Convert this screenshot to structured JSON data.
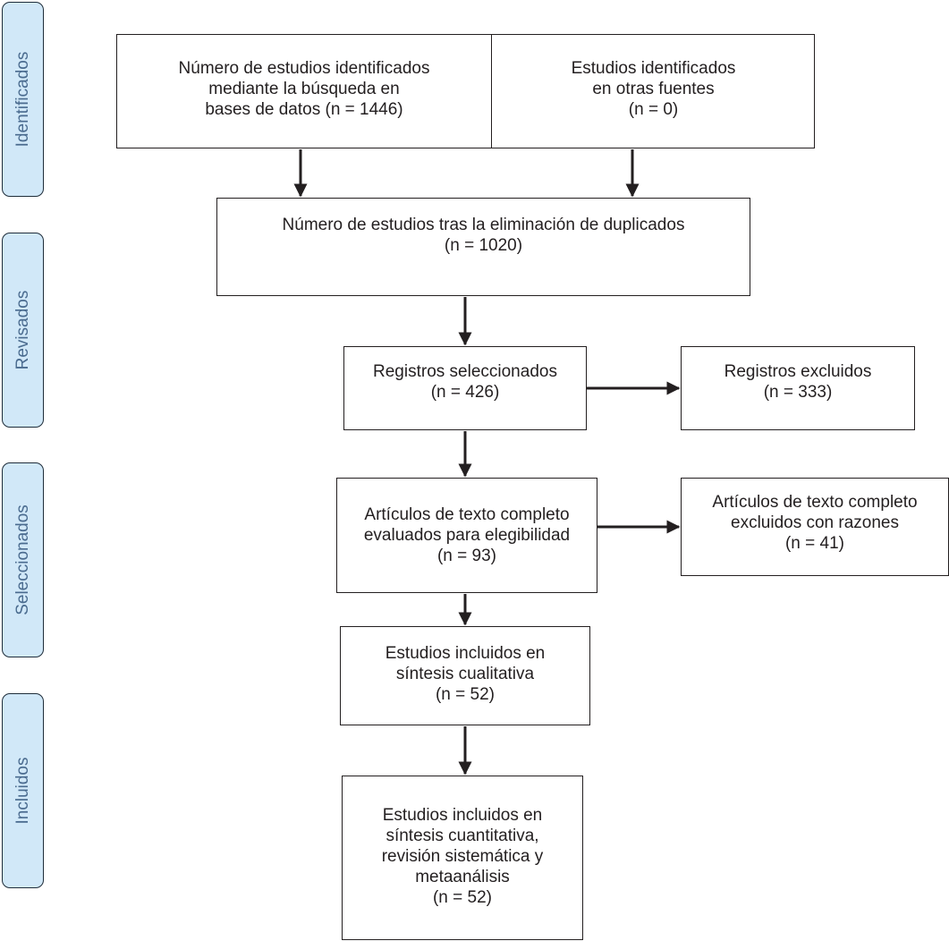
{
  "phases": {
    "identified": "Identificados",
    "reviewed": "Revisados",
    "selected": "Seleccionados",
    "included": "Incluidos"
  },
  "boxes": {
    "database_search": [
      "Número de estudios identificados",
      "mediante la búsqueda en",
      "bases de datos (n = 1446)"
    ],
    "other_sources": [
      "Estudios identificados",
      "en otras fuentes",
      "(n = 0)"
    ],
    "after_duplicates": [
      "Número de estudios tras la eliminación de duplicados",
      "(n = 1020)"
    ],
    "records_screened": [
      "Registros seleccionados",
      "(n = 426)"
    ],
    "records_excluded": [
      "Registros excluidos",
      "(n = 333)"
    ],
    "full_text_assessed": [
      "Artículos de texto completo",
      "evaluados para elegibilidad",
      "(n = 93)"
    ],
    "full_text_excluded": [
      "Artículos de texto completo",
      "excluidos con razones",
      "(n = 41)"
    ],
    "qualitative": [
      "Estudios incluidos en",
      "síntesis cualitativa",
      "(n = 52)"
    ],
    "quantitative": [
      "Estudios incluidos en",
      "síntesis cuantitativa,",
      "revisión sistemática y",
      "metaanálisis",
      "(n = 52)"
    ]
  },
  "colors": {
    "phase_fill": "#d1e8f8",
    "phase_text": "#4a6b8f",
    "line": "#231f20"
  }
}
